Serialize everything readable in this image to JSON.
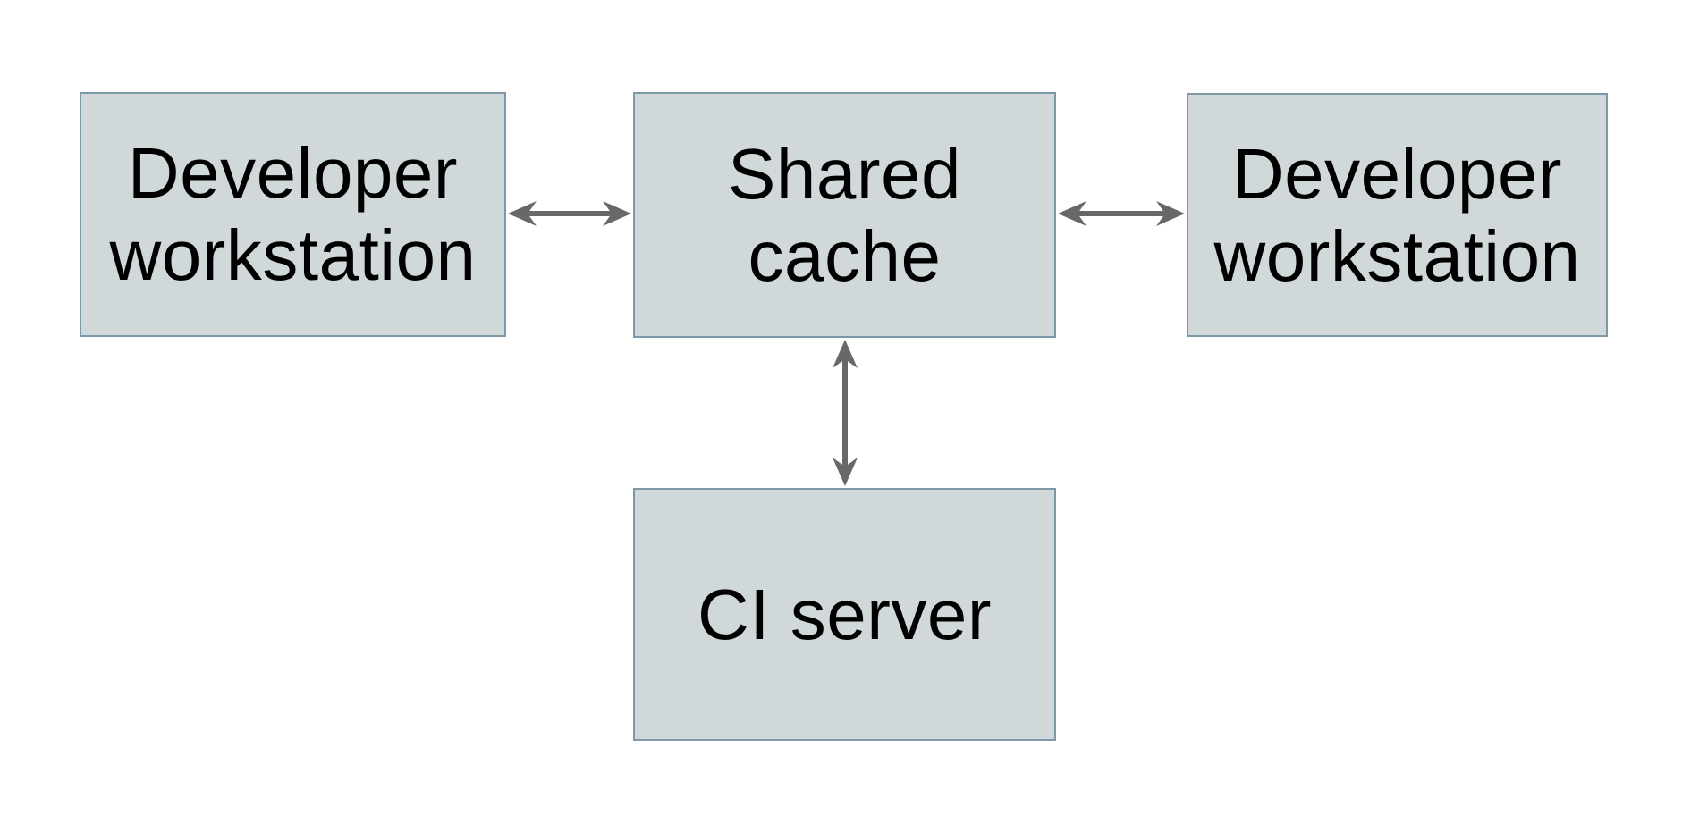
{
  "diagram": {
    "type": "architecture-diagram",
    "colors": {
      "background": "#ffffff",
      "node_fill": "#d1d8da",
      "node_border": "#7d98a6",
      "arrow_color": "#686868",
      "text_color": "#000000"
    },
    "nodes": [
      {
        "id": "developer-workstation-left",
        "label": "Developer\nworkstation"
      },
      {
        "id": "shared-cache",
        "label": "Shared\ncache"
      },
      {
        "id": "developer-workstation-right",
        "label": "Developer\nworkstation"
      },
      {
        "id": "ci-server",
        "label": "CI server"
      }
    ],
    "edges": [
      {
        "from": "developer-workstation-left",
        "to": "shared-cache",
        "direction": "bidirectional"
      },
      {
        "from": "shared-cache",
        "to": "developer-workstation-right",
        "direction": "bidirectional"
      },
      {
        "from": "shared-cache",
        "to": "ci-server",
        "direction": "bidirectional"
      }
    ]
  }
}
